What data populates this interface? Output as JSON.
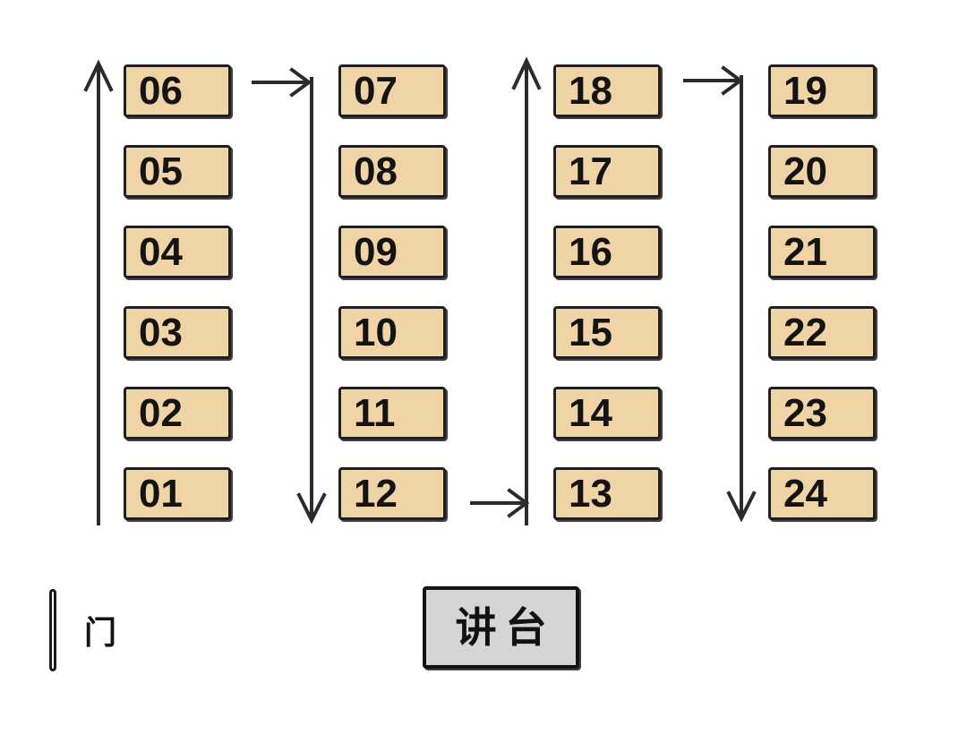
{
  "colors": {
    "background": "#ffffff",
    "seat_fill": "#f0d4a6",
    "seat_border": "#1f1f1f",
    "seat_text": "#141414",
    "arrow": "#2b2b2b",
    "podium_fill": "#d5d5d5",
    "podium_border": "#121212"
  },
  "columns": [
    {
      "name": "column-1",
      "flow_arrow": "up",
      "seats": [
        "06",
        "05",
        "04",
        "03",
        "02",
        "01"
      ]
    },
    {
      "name": "column-2",
      "flow_arrow": "down",
      "seats": [
        "07",
        "08",
        "09",
        "10",
        "11",
        "12"
      ]
    },
    {
      "name": "column-3",
      "flow_arrow": "up",
      "seats": [
        "18",
        "17",
        "16",
        "15",
        "14",
        "13"
      ]
    },
    {
      "name": "column-4",
      "flow_arrow": "down",
      "seats": [
        "19",
        "20",
        "21",
        "22",
        "23",
        "24"
      ]
    }
  ],
  "connectors": [
    {
      "position": "top",
      "between": "column-1 to column-2",
      "direction": "right"
    },
    {
      "position": "bottom",
      "between": "column-2 to column-3",
      "direction": "right"
    },
    {
      "position": "top",
      "between": "column-3 to column-4",
      "direction": "right"
    }
  ],
  "door": {
    "label": "门"
  },
  "podium": {
    "label": "讲台"
  }
}
